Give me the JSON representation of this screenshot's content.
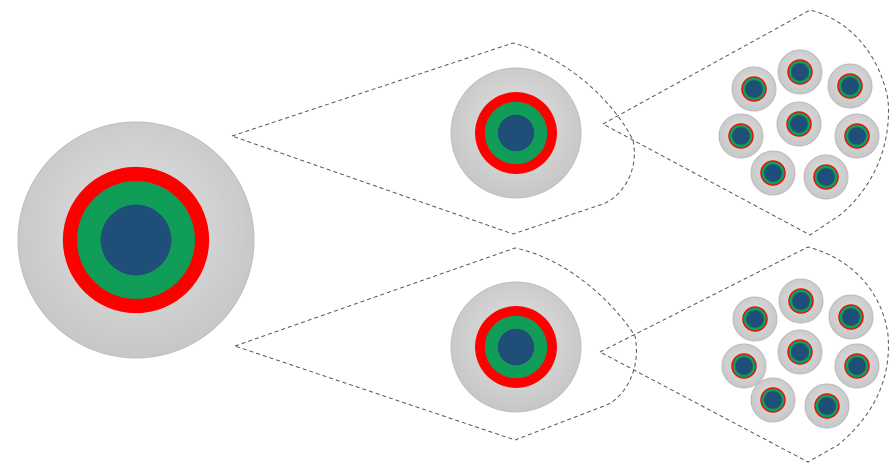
{
  "colors": {
    "background": "#ffffff",
    "sheath": "#cfcfcf",
    "sheath_edge": "#bdbdbd",
    "outer_ring": "#ff0000",
    "middle_ring": "#0f9d58",
    "core": "#1f4e79",
    "outline_stroke": "#555555"
  },
  "structure": {
    "level_1_count": 1,
    "level_2_count": 2,
    "level_3_per_branch": 8,
    "outline_style": "dashed"
  }
}
